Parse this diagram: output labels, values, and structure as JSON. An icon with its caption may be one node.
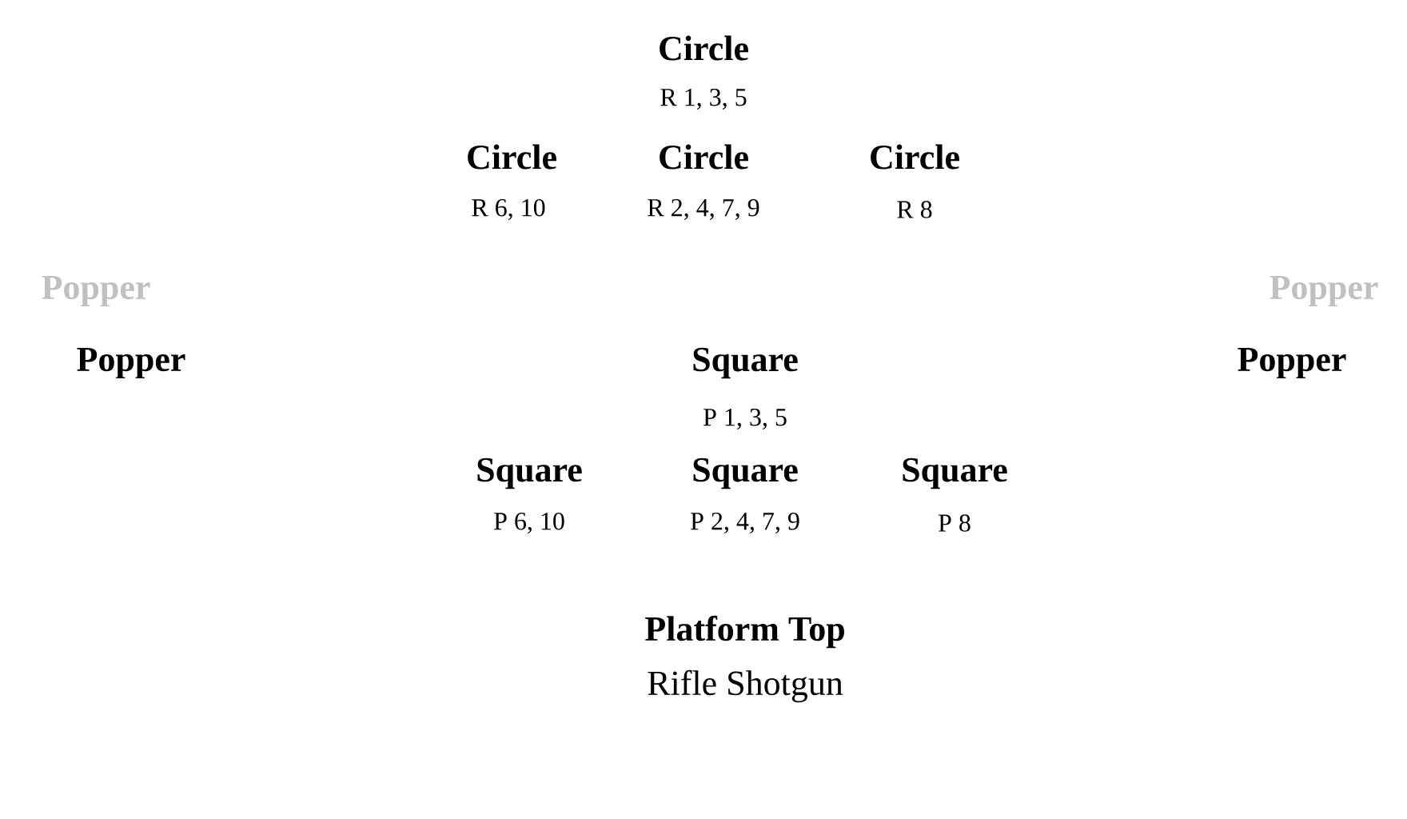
{
  "diagram": {
    "labels": [
      "Circle",
      "R 1, 3, 5",
      "Circle",
      "Circle",
      "Circle",
      "R 6, 10",
      "R 2, 4, 7, 9",
      "R 8",
      "Popper",
      "Popper",
      "Popper",
      "Square",
      "Popper",
      "P 1, 3, 5",
      "Square",
      "Square",
      "Square",
      "P 6, 10",
      "P 2, 4, 7, 9",
      "P 8",
      "Platform Top",
      "Rifle Shotgun"
    ]
  }
}
